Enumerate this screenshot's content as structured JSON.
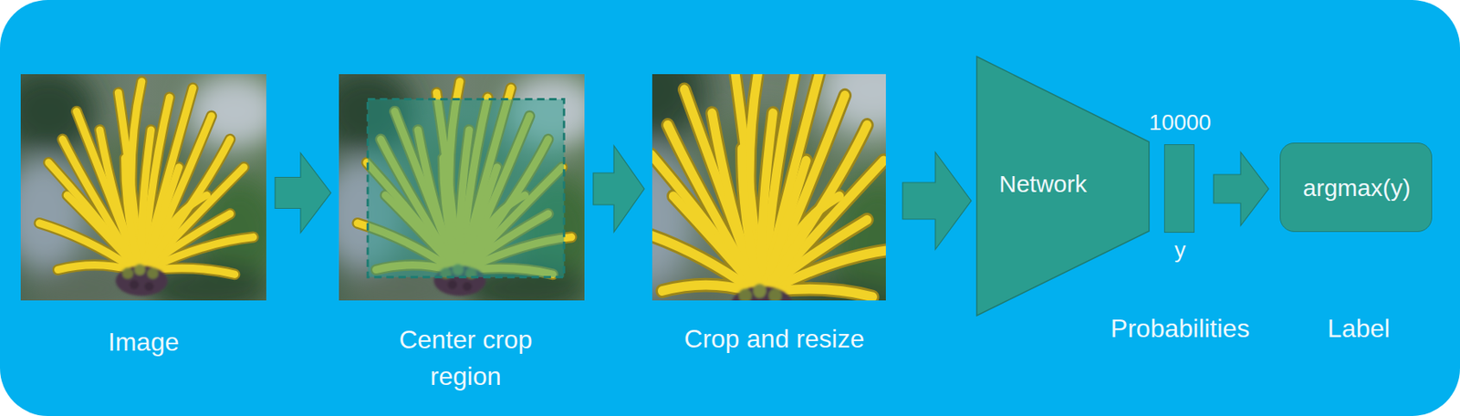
{
  "diagram": {
    "nodes": [
      {
        "text": [
          "Image"
        ]
      },
      {
        "text": [
          "Center crop region"
        ]
      },
      {
        "text": [
          "Crop and resize"
        ]
      },
      {
        "text": [
          "Network"
        ]
      },
      {
        "text": [
          "10000",
          "y",
          "Probabilities"
        ]
      },
      {
        "text": [
          "argmax(y)",
          "Label"
        ]
      }
    ],
    "edges": [
      {
        "from": 0,
        "to": 1,
        "arrow": "to"
      },
      {
        "from": 1,
        "to": 2,
        "arrow": "to"
      },
      {
        "from": 2,
        "to": 3,
        "arrow": "to"
      },
      {
        "from": 4,
        "to": 5,
        "arrow": "to"
      }
    ]
  }
}
